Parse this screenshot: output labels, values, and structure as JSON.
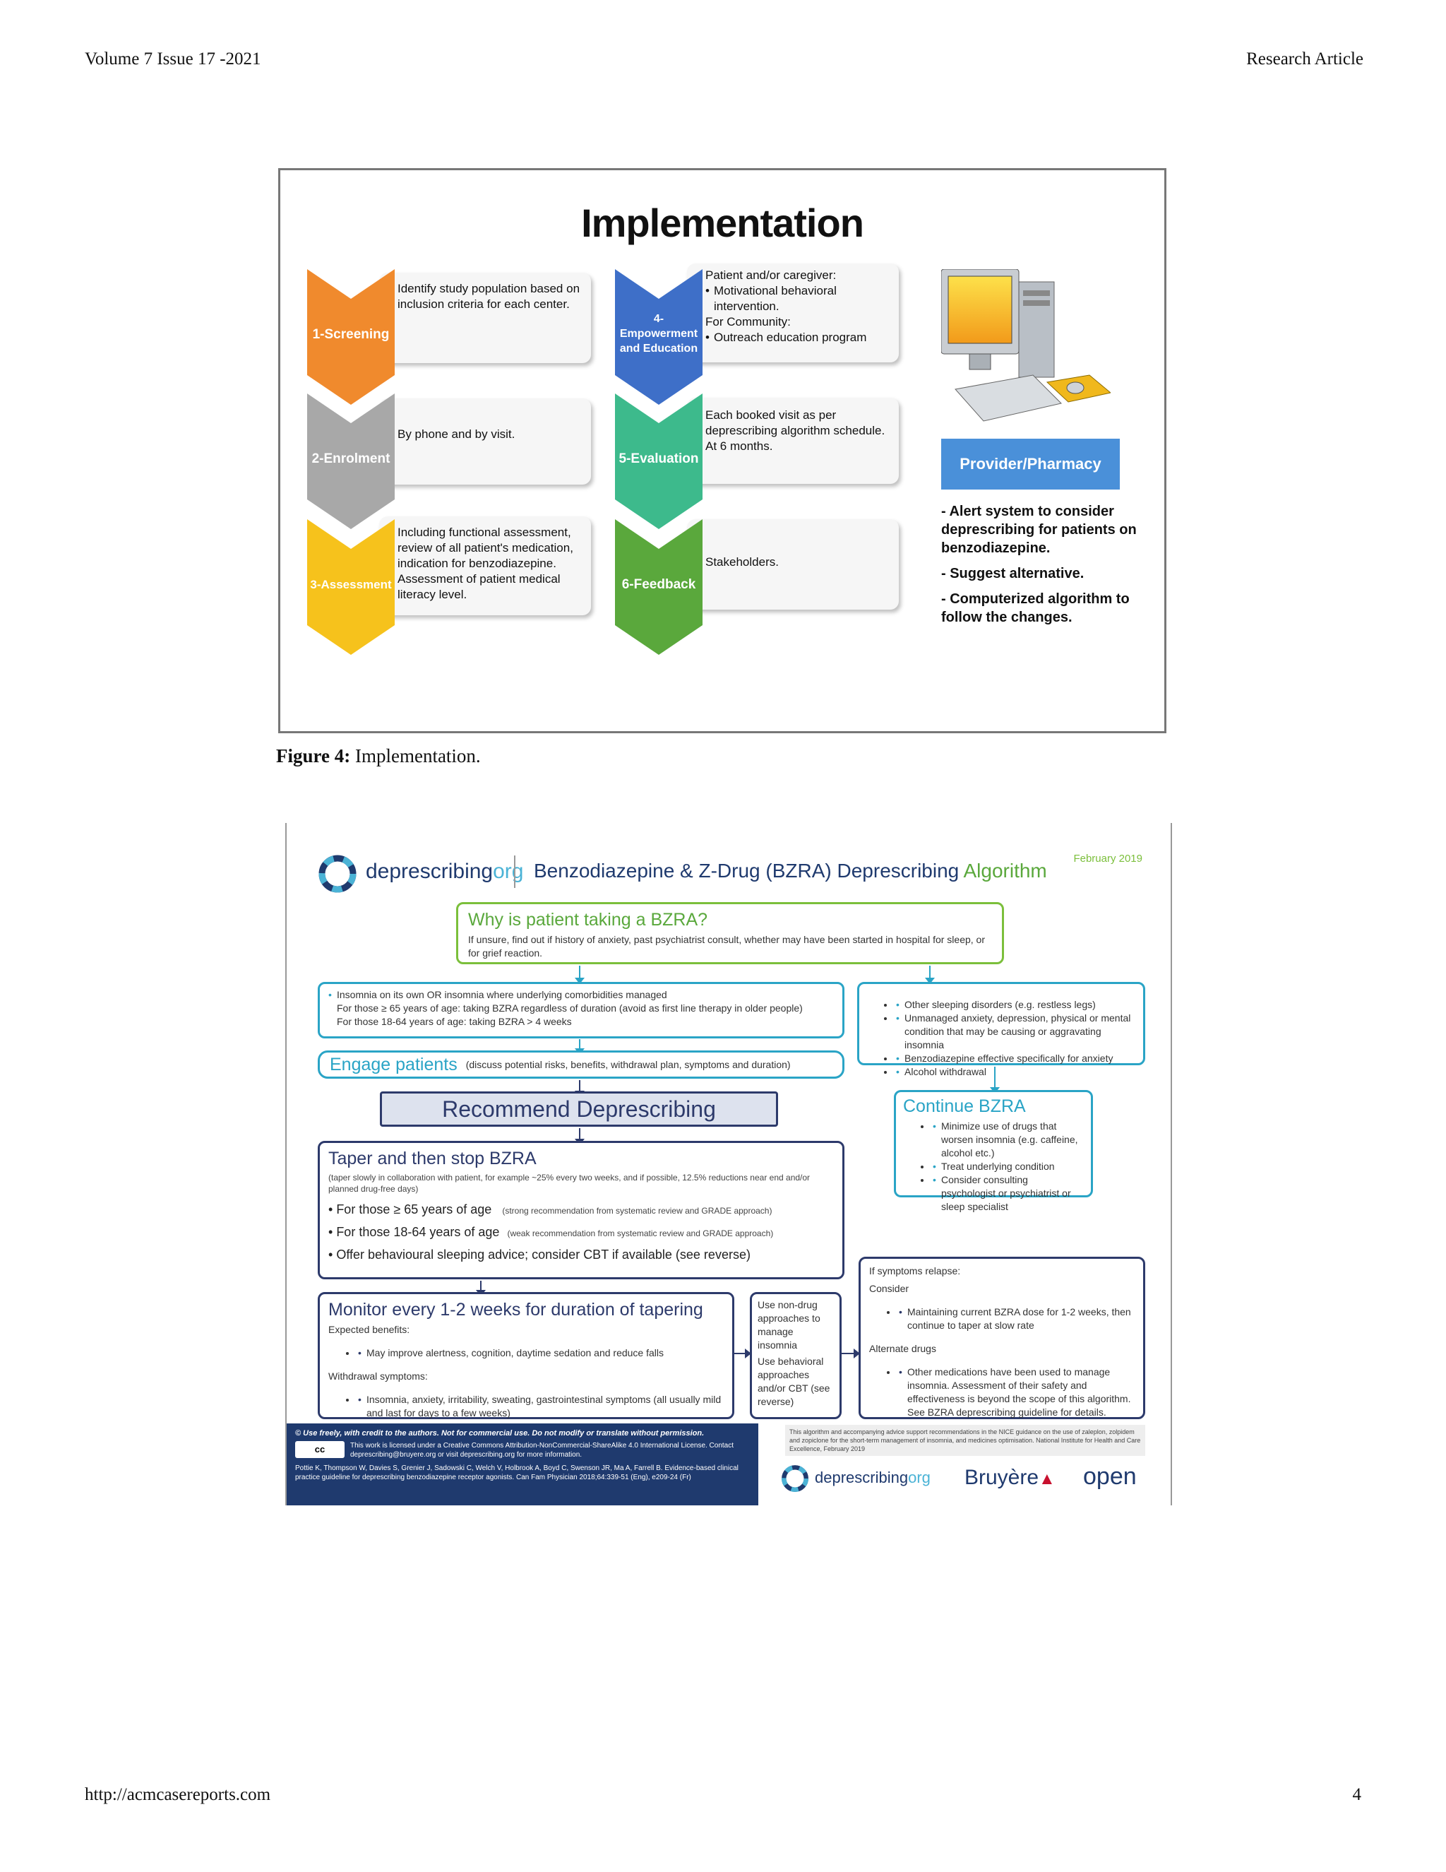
{
  "page": {
    "header_left": "Volume 7 Issue 17 -2021",
    "header_right": "Research Article",
    "footer_url": "http://acmcasereports.com",
    "page_number": "4"
  },
  "figure4": {
    "title": "Implementation",
    "caption_label": "Figure 4:",
    "caption_text": " Implementation.",
    "steps": [
      {
        "label": "1-Screening",
        "color": "#f08a2d",
        "items": [
          "Identify study population based on inclusion criteria for each center."
        ]
      },
      {
        "label": "2-Enrolment",
        "color": "#a8a8a8",
        "items": [
          "By phone and by visit."
        ]
      },
      {
        "label": "3-Assessment",
        "color": "#f6c21c",
        "items": [
          "Including functional assessment, review of all patient's medication, indication for benzodiazepine.",
          "Assessment of patient medical literacy level."
        ]
      },
      {
        "label": "4-Empowerment and Education",
        "color": "#3e6fc8",
        "items": [
          "Patient and/or caregiver:",
          "Motivational behavioral intervention.",
          "For Community:",
          "Outreach education program"
        ]
      },
      {
        "label": "5-Evaluation",
        "color": "#3dba8c",
        "items": [
          "Each booked visit as per deprescribing algorithm schedule.",
          "At 6 months."
        ]
      },
      {
        "label": "6-Feedback",
        "color": "#5aa83c",
        "items": [
          "Stakeholders."
        ]
      }
    ],
    "provider_label": "Provider/Pharmacy",
    "provider_points": [
      "- Alert system to consider deprescribing for patients on benzodiazepine.",
      "- Suggest alternative.",
      "- Computerized algorithm to follow the changes."
    ]
  },
  "figure5": {
    "brand": "deprescribing",
    "brand_suffix": "org",
    "title_main": "Benzodiazepine & Z-Drug (BZRA) Deprescribing ",
    "title_accent": "Algorithm",
    "date": "February 2019",
    "why_title": "Why is patient taking a BZRA?",
    "why_text": "If unsure,  find out if history of anxiety, past psychiatrist consult, whether may have been started in hospital for sleep, or for grief reaction.",
    "left_box": [
      "Insomnia on its own OR insomnia where underlying comorbidities managed",
      "For those ≥ 65 years of age: taking BZRA regardless of duration (avoid as first line therapy in older people)",
      "For those 18-64 years of age: taking BZRA > 4 weeks"
    ],
    "right_box": [
      "Other sleeping disorders (e.g. restless legs)",
      "Unmanaged anxiety, depression, physical or mental condition that may be causing or aggravating insomnia",
      "Benzodiazepine effective specifically for anxiety",
      "Alcohol withdrawal"
    ],
    "engage_title": "Engage patients",
    "engage_text": "(discuss potential risks, benefits, withdrawal plan, symptoms and duration)",
    "recommend": "Recommend Deprescribing",
    "continue_title": "Continue BZRA",
    "continue_items": [
      "Minimize use of drugs that worsen insomnia (e.g. caffeine, alcohol etc.)",
      "Treat underlying condition",
      "Consider consulting psychologist or psychiatrist or sleep specialist"
    ],
    "taper_title": "Taper and then stop BZRA",
    "taper_note": "(taper slowly in collaboration with patient, for example ~25% every two weeks, and if possible, 12.5% reductions near end and/or planned drug-free days)",
    "taper_items": [
      {
        "text": "For those ≥ 65 years of age",
        "note": "(strong recommendation from systematic review and GRADE approach)"
      },
      {
        "text": "For those 18-64 years of age",
        "note": "(weak recommendation from systematic review and GRADE approach)"
      },
      {
        "text": "Offer behavioural sleeping advice; consider CBT if available (see reverse)",
        "note": ""
      }
    ],
    "monitor_title": "Monitor every 1-2 weeks for duration of tapering",
    "monitor_benefits_label": "Expected benefits:",
    "monitor_benefits": "May improve alertness, cognition, daytime sedation and reduce falls",
    "monitor_withdrawal_label": "Withdrawal symptoms:",
    "monitor_withdrawal": "Insomnia, anxiety, irritability, sweating, gastrointestinal symptoms (all usually mild and last for days to a few weeks)",
    "nondrug_1": "Use non-drug approaches to manage insomnia",
    "nondrug_2": "Use behavioral approaches and/or CBT (see reverse)",
    "relapse_title": "If symptoms relapse:",
    "relapse_consider": "Consider",
    "relapse_consider_item": "Maintaining current BZRA dose for 1-2 weeks, then continue to taper at slow rate",
    "relapse_alt": "Alternate drugs",
    "relapse_alt_item": "Other medications have been used to manage insomnia. Assessment of their safety and effectiveness is beyond the scope of this algorithm. See BZRA deprescribing  guideline for details.",
    "footer_left_bold": "© Use freely, with credit to the authors. Not for commercial use. Do not modify or translate without permission.",
    "footer_left_license": "This work is licensed under a Creative Commons Attribution-NonCommercial-ShareAlike 4.0 International License. Contact deprescribing@bruyere.org or visit deprescribing.org for more information.",
    "footer_left_ref": "Pottie K, Thompson W, Davies S, Grenier J, Sadowski C, Welch V, Holbrook A, Boyd C, Swenson JR, Ma A, Farrell B. Evidence-based clinical practice guideline for deprescribing benzodiazepine receptor agonists. Can Fam Physician 2018;64:339-51 (Eng), e209-24 (Fr)",
    "footer_right_note": "This algorithm and accompanying advice support recommendations in the NICE guidance on the use of zaleplon, zolpidem and zopiclone for the short-term management of insomnia, and medicines optimisation. National Institute for Health and Care Excellence, February 2019",
    "logo_bruyere": "Bruyère",
    "logo_open": "open",
    "cc_badge": "cc"
  }
}
